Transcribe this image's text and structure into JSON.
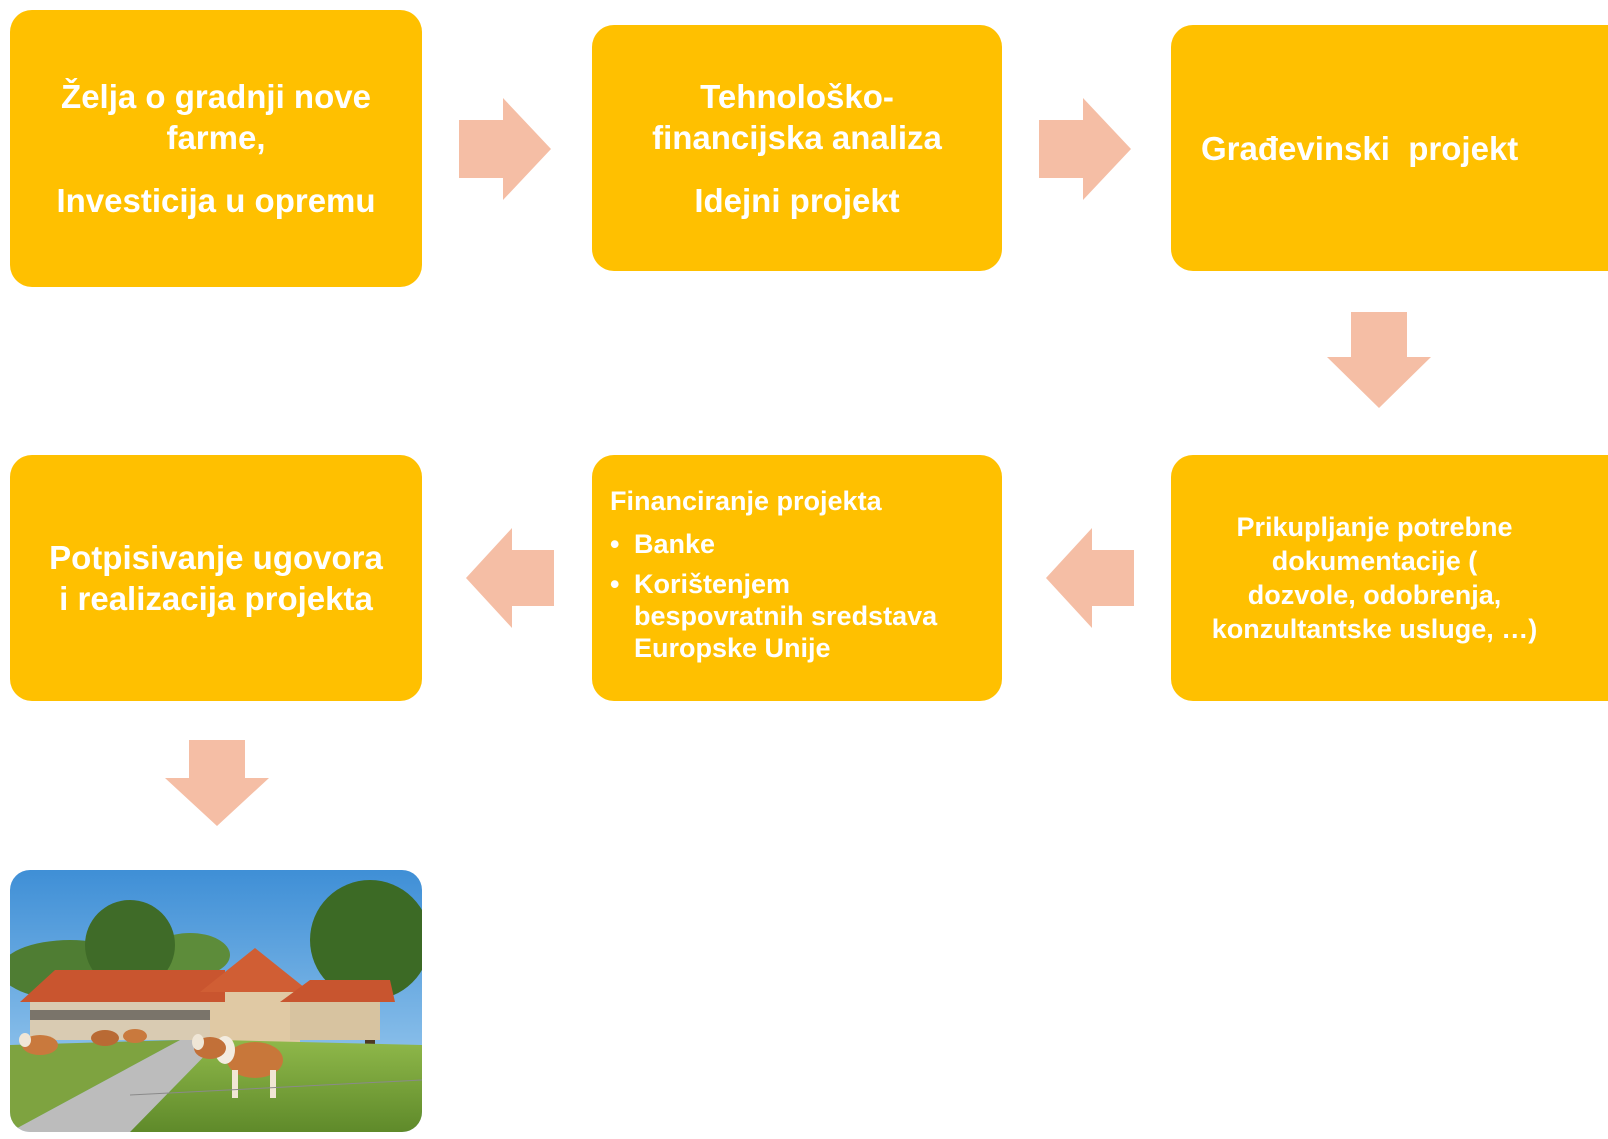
{
  "colors": {
    "box_fill": "#FFC000",
    "box_text": "#FFFFFF",
    "arrow_fill": "#F5BEA5"
  },
  "steps": {
    "step1": {
      "line1": "Želja o gradnji nove",
      "line2": "farme,",
      "line3": "Investicija u opremu"
    },
    "step2": {
      "line1": "Tehnološko-",
      "line2": "financijska analiza",
      "line3": "Idejni projekt"
    },
    "step3": {
      "line1": "Građevinski  projekt"
    },
    "step4": {
      "line1": "Prikupljanje potrebne",
      "line2": "dokumentacije (",
      "line3": "dozvole, odobrenja,",
      "line4": "konzultantske usluge, …)"
    },
    "step5": {
      "heading": "Financiranje projekta",
      "bullets": [
        {
          "line1": "Banke"
        },
        {
          "line1": "Korištenjem",
          "line2": "bespovratnih sredstava",
          "line3": "Europske Unije"
        }
      ]
    },
    "step6": {
      "line1": "Potpisivanje ugovora",
      "line2": "i realizacija projekta"
    }
  },
  "bullet_symbol": "•",
  "photo": {
    "icon": "farm-photo-icon"
  }
}
